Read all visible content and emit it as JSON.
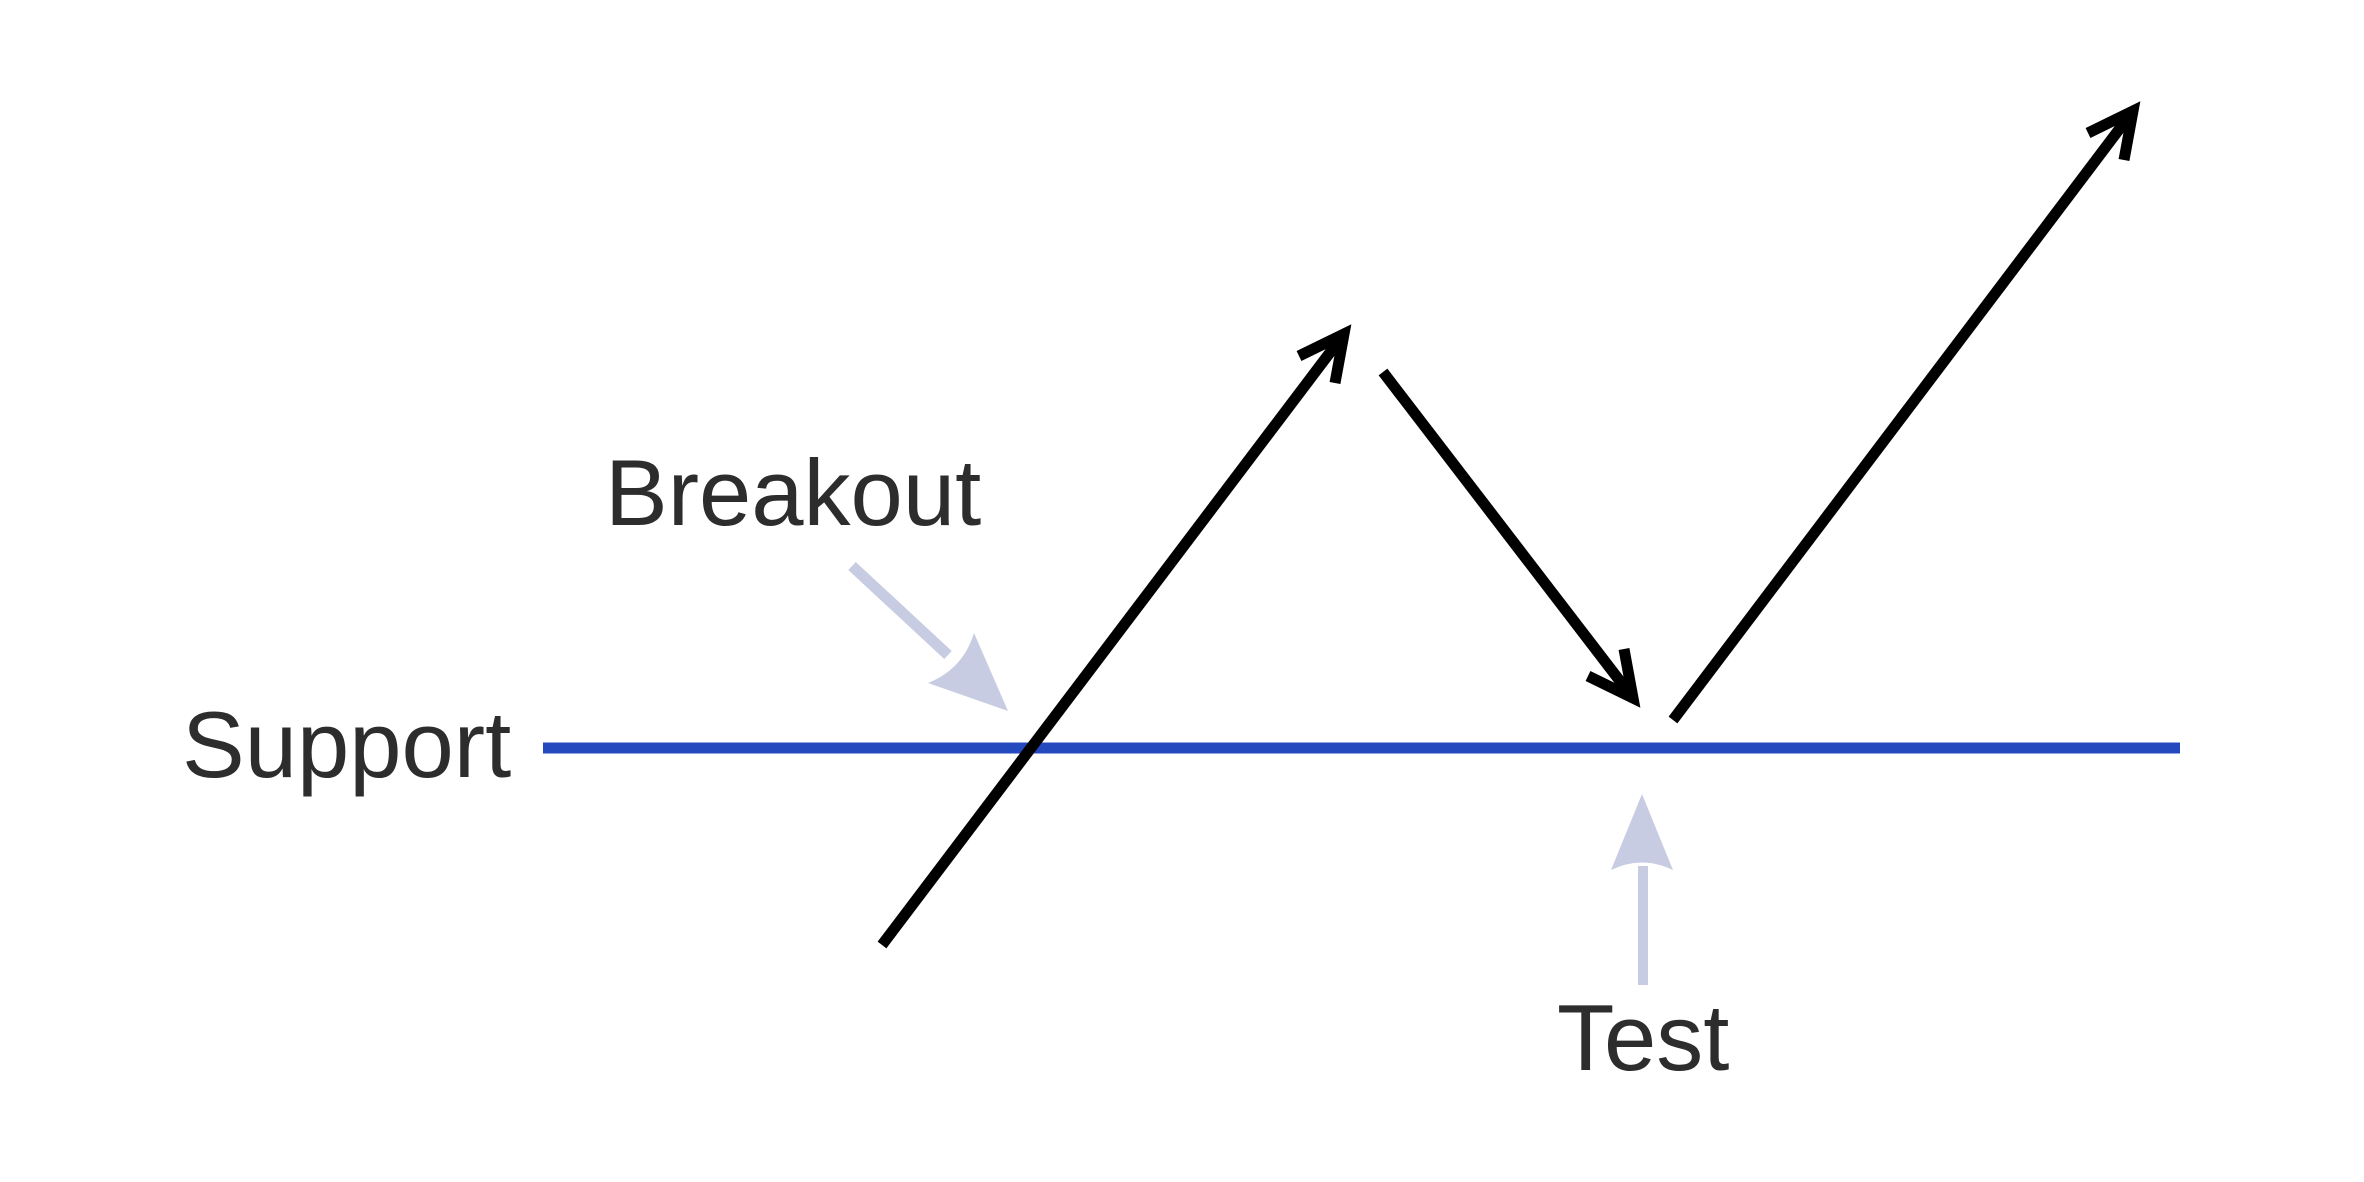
{
  "diagram": {
    "type": "support-breakout-test-concept",
    "labels": {
      "support": "Support",
      "breakout": "Breakout",
      "test": "Test"
    },
    "colors": {
      "background": "#FFFFFF",
      "support_line": "#2449BE",
      "price_path": "#000000",
      "annotation_arrow": "#C8CCE3",
      "label_text": "#2D2D2D"
    },
    "elements": {
      "support_line": "horizontal blue line representing the support level",
      "price_path": "black zig-zag arrows: rise through support (breakout), pullback down to support (test), rise again",
      "breakout_pointer": "light arrow pointing down-right at the spot where price crosses the support line",
      "test_pointer": "light arrow pointing up at the spot where price retests the support line"
    }
  }
}
